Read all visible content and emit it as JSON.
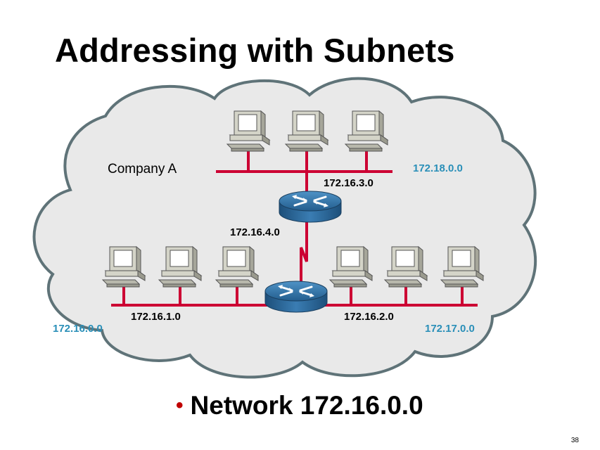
{
  "slide": {
    "title": "Addressing with Subnets",
    "bullet": "Network 172.16.0.0",
    "page_number": "38"
  },
  "cloud": {
    "label": "Company A"
  },
  "subnet_labels": {
    "top_lan": "172.16.3.0",
    "router_link": "172.16.4.0",
    "left_lan": "172.16.1.0",
    "right_lan": "172.16.2.0"
  },
  "network_labels": {
    "top_right": "172.18.0.0",
    "bottom_left": "172.16.0.0",
    "bottom_right": "172.17.0.0"
  },
  "colors": {
    "lan_line": "#cc0033",
    "router": "#2d6fa3",
    "cloud_fill": "#e9e9e9",
    "cloud_stroke": "#5f7378",
    "network_label": "#2a8fb8"
  },
  "icons": [
    "computer-icon",
    "router-icon",
    "serial-link-icon",
    "cloud-icon"
  ]
}
